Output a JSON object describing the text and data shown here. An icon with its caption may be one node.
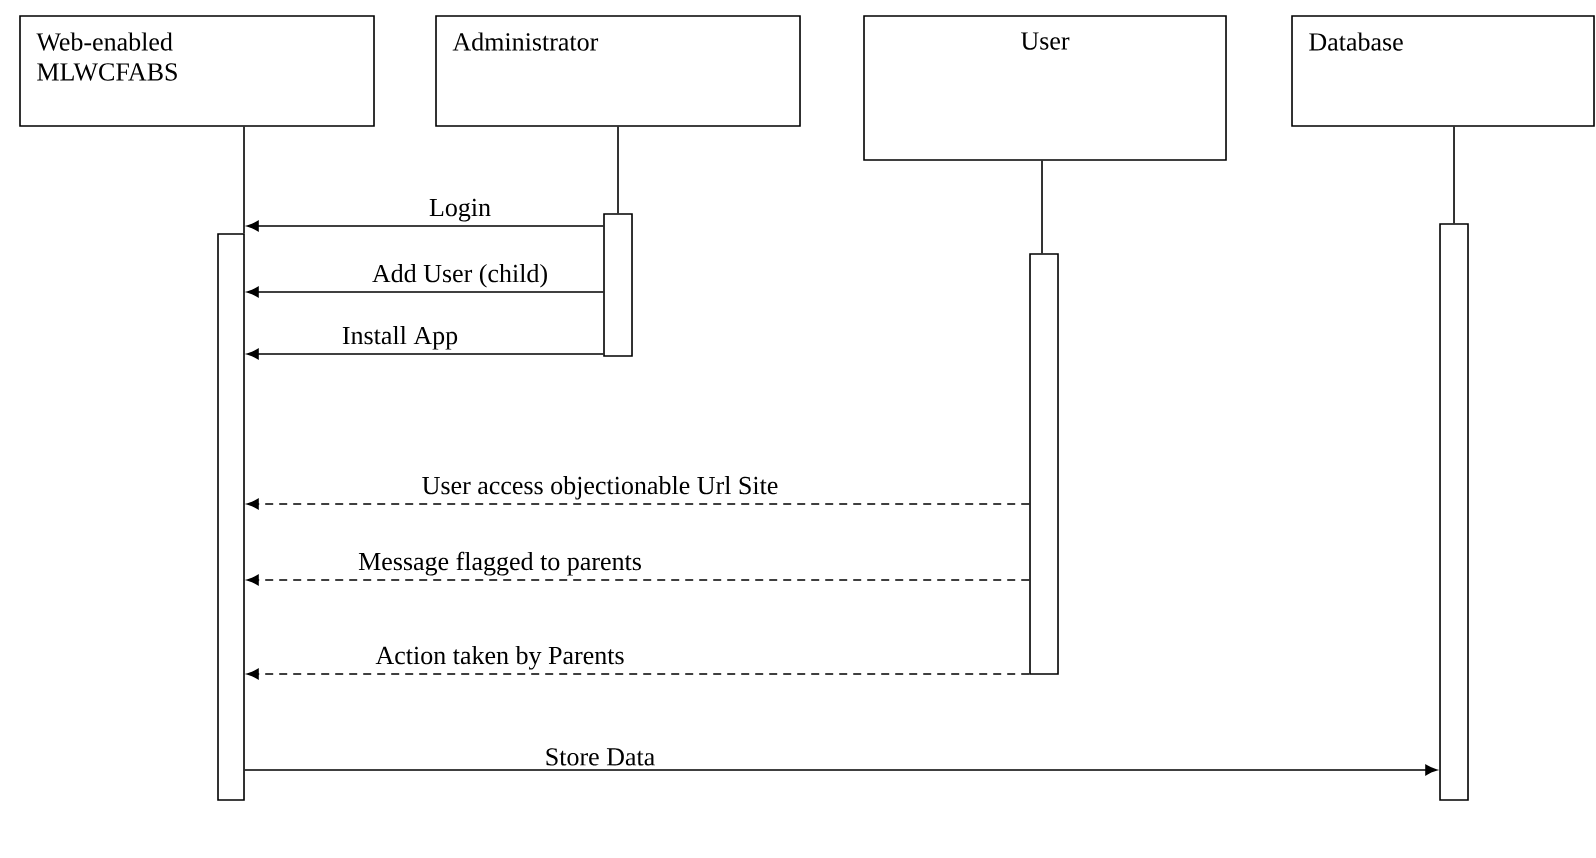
{
  "diagram": {
    "nodes": [
      {
        "text": [
          "Web-enabled MLWCFABS"
        ]
      },
      {
        "text": [
          "Administrator"
        ]
      },
      {
        "text": [
          "User"
        ]
      },
      {
        "text": [
          "Database"
        ]
      },
      {
        "text": [],
        "shape": "bar"
      },
      {
        "text": [],
        "shape": "bar"
      },
      {
        "text": [],
        "shape": "bar"
      },
      {
        "text": [],
        "shape": "bar"
      }
    ],
    "edges": [
      {
        "from": 0,
        "to": 4,
        "arrow": "none"
      },
      {
        "from": 1,
        "to": 5,
        "arrow": "none"
      },
      {
        "from": 2,
        "to": 6,
        "arrow": "none"
      },
      {
        "from": 3,
        "to": 7,
        "arrow": "none"
      },
      {
        "from": 5,
        "to": 4,
        "arrow": "to",
        "label": "Login"
      },
      {
        "from": 5,
        "to": 4,
        "arrow": "to",
        "label": "Add User (child)"
      },
      {
        "from": 5,
        "to": 4,
        "arrow": "to",
        "label": "Install App"
      },
      {
        "from": 6,
        "to": 4,
        "arrow": "to",
        "label": "User access objectionable Url Site",
        "style": "dashed"
      },
      {
        "from": 6,
        "to": 4,
        "arrow": "to",
        "label": "Message flagged to parents",
        "style": "dashed"
      },
      {
        "from": 6,
        "to": 4,
        "arrow": "to",
        "label": "Action taken by Parents",
        "style": "dashed"
      },
      {
        "from": 4,
        "to": 7,
        "arrow": "to",
        "label": "Store Data"
      }
    ]
  }
}
